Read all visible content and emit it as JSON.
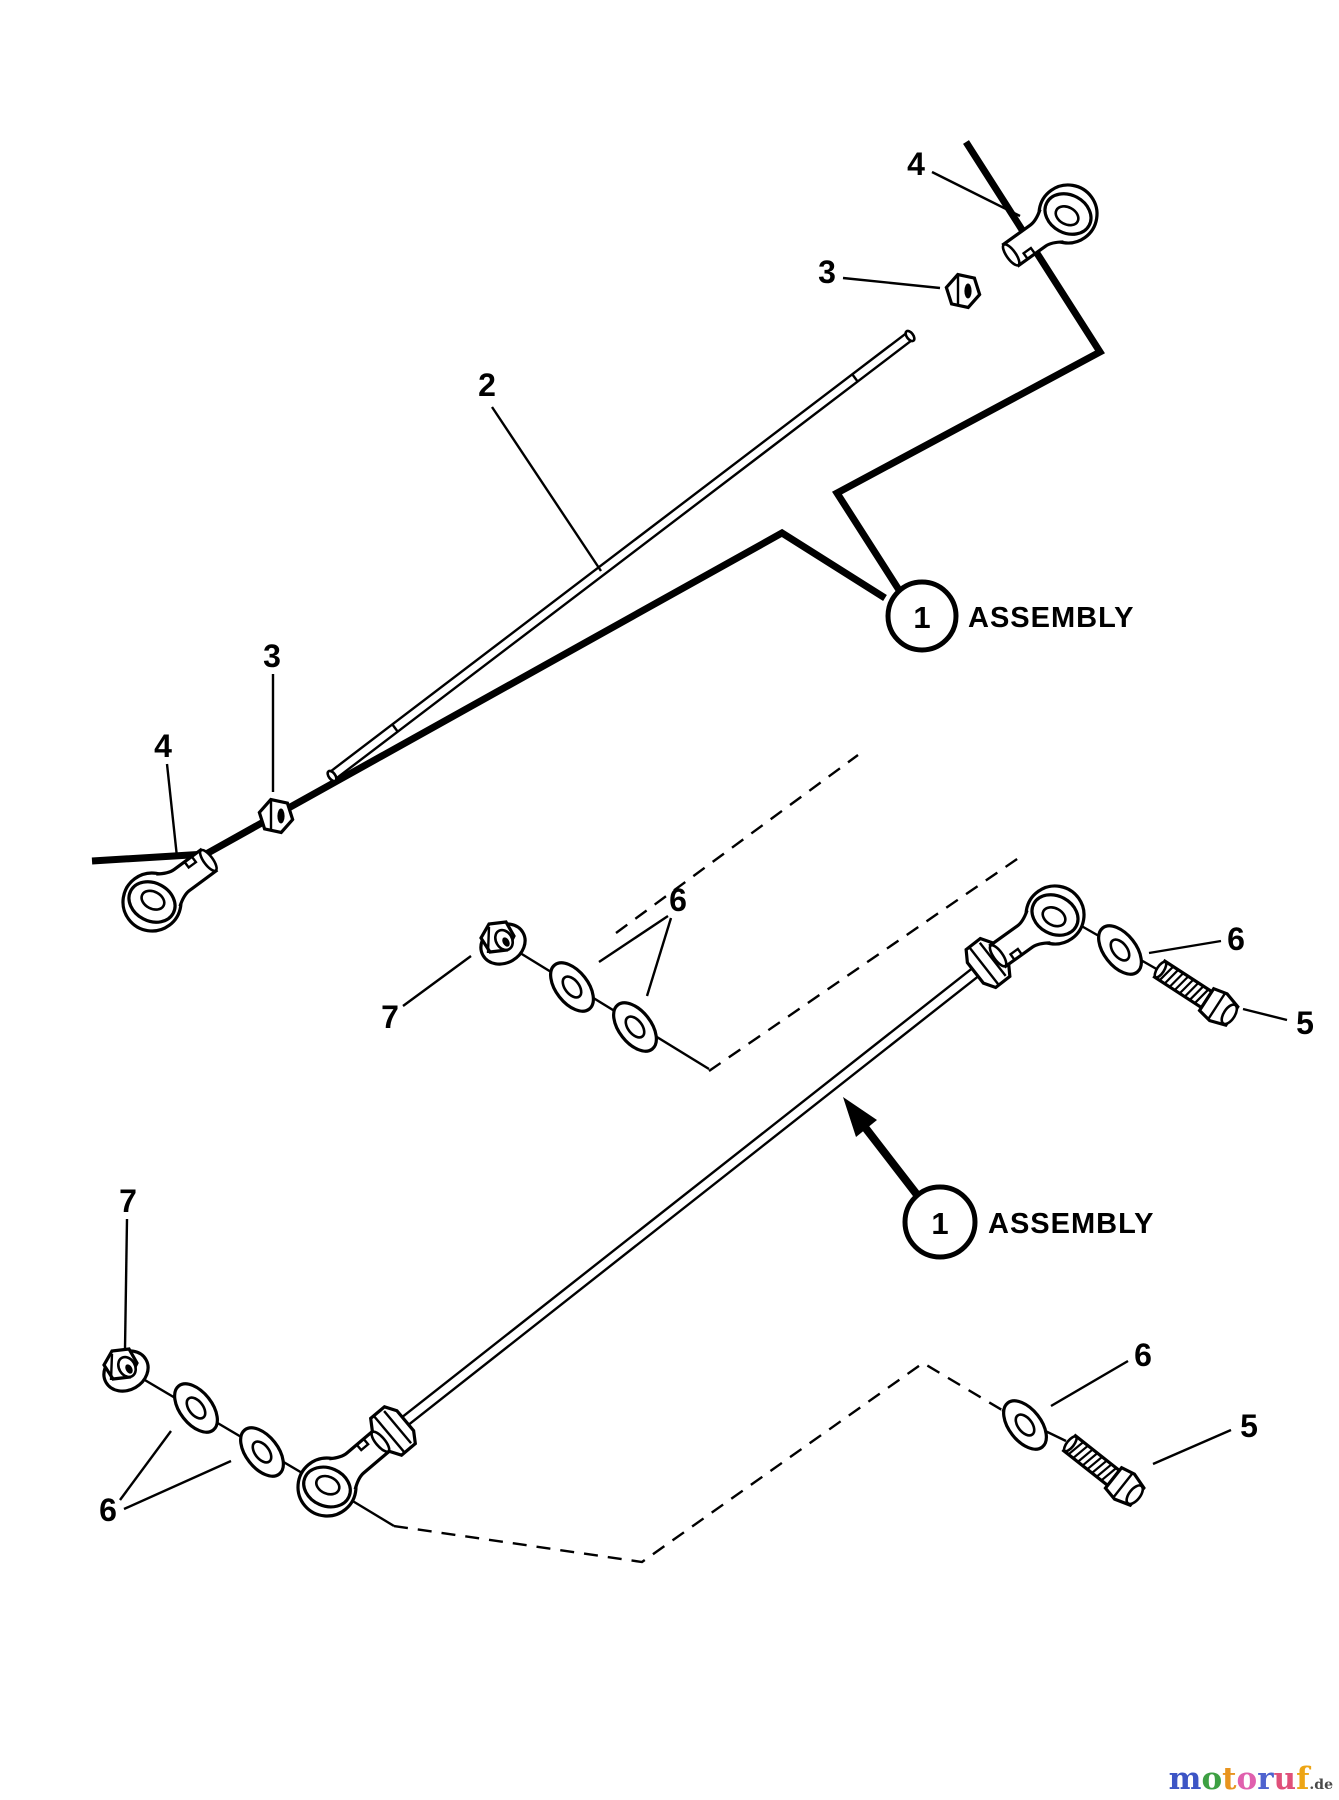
{
  "diagram": {
    "assembly_callouts": [
      {
        "number": "1",
        "label": "ASSEMBLY"
      },
      {
        "number": "1",
        "label": "ASSEMBLY"
      }
    ],
    "part_labels": {
      "tie_rod": "2",
      "jam_nut": "3",
      "rod_end": "4",
      "bolt": "5",
      "washer": "6",
      "flange_nut": "7"
    }
  },
  "watermark": {
    "brand": "motoruf",
    "letter_colors": [
      "#3d55c5",
      "#3da043",
      "#e8941f",
      "#e060ae",
      "#4f63cf",
      "#e0507a",
      "#eda515"
    ],
    "suffix": ".de",
    "suffix_color": "#4a4a4a"
  },
  "colors": {
    "ink": "#000000",
    "paper": "#ffffff"
  }
}
